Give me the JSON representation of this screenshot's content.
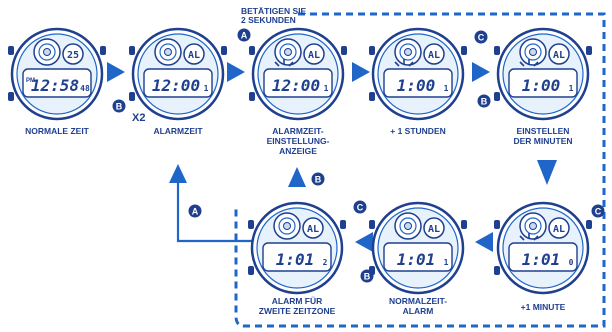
{
  "colors": {
    "primary": "#1f66c8",
    "dark": "#1f3f8f",
    "lcd": "#e8f2fc",
    "ring": "#c7dcf3",
    "button_badge": "#1f3f8f",
    "frame": "#1f66c8"
  },
  "note": {
    "line1": "BETÄTIGEN SIE",
    "line2": "2 SEKUNDEN"
  },
  "x2_label": "X2",
  "watches": [
    {
      "id": "normal",
      "top_right": "25",
      "top_right_label_icon": "moon-phase-icon",
      "prefix": "PM",
      "time": "12:58",
      "seconds": "48",
      "label_lines": [
        "NORMALE ZEIT"
      ]
    },
    {
      "id": "alarm",
      "top_right": "AL",
      "prefix": "",
      "time": "12:00",
      "seconds": "1",
      "label_lines": [
        "ALARMZEIT"
      ]
    },
    {
      "id": "alarm-setting",
      "top_right": "AL",
      "prefix": "",
      "time": "12:00",
      "seconds": "1",
      "label_lines": [
        "ALARMZEIT-",
        "EINSTELLUNG-",
        "ANZEIGE"
      ]
    },
    {
      "id": "plus-hour",
      "top_right": "AL",
      "prefix": "",
      "time": "1:00",
      "seconds": "1",
      "label_lines": [
        "+ 1 STUNDEN"
      ]
    },
    {
      "id": "set-minutes",
      "top_right": "AL",
      "prefix": "",
      "time": "1:00",
      "seconds": "1",
      "label_lines": [
        "EINSTELLEN",
        "DER MINUTEN"
      ]
    },
    {
      "id": "plus-minute",
      "top_right": "AL",
      "prefix": "",
      "time": "1:01",
      "seconds": "0",
      "label_lines": [
        "+1 MINUTE"
      ]
    },
    {
      "id": "normal-alarm",
      "top_right": "AL",
      "prefix": "",
      "time": "1:01",
      "seconds": "1",
      "label_lines": [
        "NORMALZEIT-",
        "ALARM"
      ]
    },
    {
      "id": "second-zone-alarm",
      "top_right": "AL",
      "prefix": "",
      "time": "1:01",
      "seconds": "2",
      "label_lines": [
        "ALARM FÜR",
        "ZWEITE ZEITZONE"
      ]
    }
  ],
  "buttons": {
    "b": "B",
    "a": "A",
    "c": "C"
  }
}
